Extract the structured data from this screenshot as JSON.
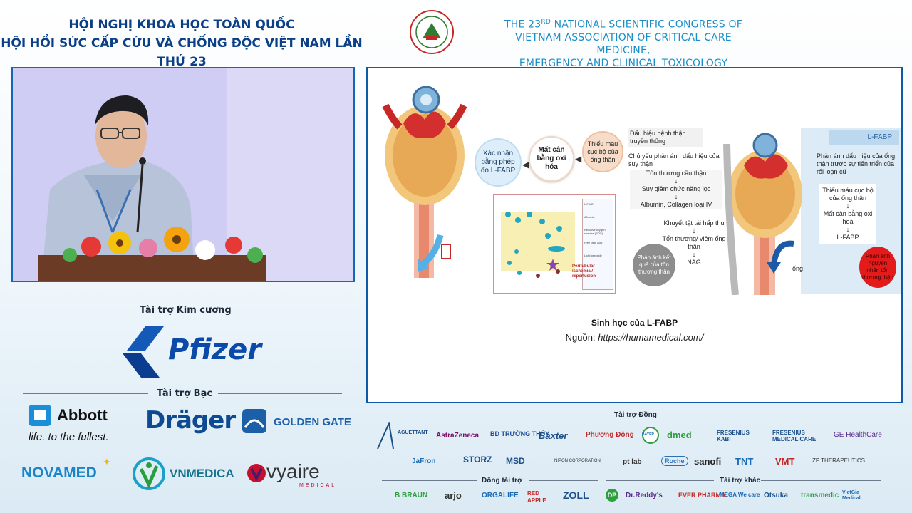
{
  "header": {
    "vn_line1": "HỘI NGHỊ KHOA HỌC TOÀN QUỐC",
    "vn_line2": "HỘI HỒI SỨC CẤP CỨU VÀ CHỐNG ĐỘC VIỆT NAM LẦN THỨ 23",
    "en_prefix": "THE 23",
    "en_sup": "RD",
    "en_line1_rest": " NATIONAL SCIENTIFIC CONGRESS OF",
    "en_line2": "VIETNAM ASSOCIATION OF CRITICAL CARE MEDICINE,",
    "en_line3": "EMERGENCY AND CLINICAL TOXICOLOGY"
  },
  "slide": {
    "bubble_left": "Xác nhận bằng phép đo L-FABP",
    "bubble_mid": "Mất cân bằng oxi hóa",
    "bubble_right": "Thiếu máu cục bộ của ống thận",
    "inset": {
      "legend": [
        "L-FABP",
        "Albumin",
        "Reactive oxygen species (ROS)",
        "Free fatty acid",
        "Lipid peroxide"
      ],
      "caption": "Peritubular ischemia / reperfusion"
    },
    "mid_title": "Dấu hiệu bệnh thận truyền thống",
    "mid_sub": "Chủ yếu phản ánh dấu hiệu của suy thận",
    "mid_steps": [
      "Tổn thương cầu thận",
      "Suy giảm chức năng lọc",
      "Albumin, Collagen loại IV"
    ],
    "mid_steps2": [
      "Khuyết tật tái hấp thu",
      "Tổn thương/ viêm ống thận",
      "NAG"
    ],
    "grey_bubble": "Phản ánh kết quả của tổn thương thận",
    "right_header": "L-FABP",
    "right_desc": "Phản ánh dấu hiệu của ống thận trước sự tiến triển của rối loạn cũ",
    "right_steps": [
      "Thiếu máu cục bộ của ống thận",
      "Mất cân bằng oxi hoá",
      "L-FABP"
    ],
    "ong_label": "ống",
    "red_bubble": "Phản ánh nguyên nhân tổn thương thận",
    "caption_title": "Sinh học của L-FABP",
    "source_label": "Nguồn: ",
    "source_url": "https://humamedical.com/"
  },
  "sponsors": {
    "diamond_title": "Tài trợ Kim cương",
    "diamond": "Pfizer",
    "silver_title": "Tài trợ Bạc",
    "silver": {
      "abbott": "Abbott",
      "abbott_tag": "life. to the fullest.",
      "drager": "Dräger",
      "golden_gate": "GOLDEN GATE",
      "novamed": "NOVAMED",
      "vnmedica": "VNMEDICA",
      "vyaire": "vyaire",
      "vyaire_sub": "MEDICAL"
    },
    "bronze_title": "Tài trợ Đồng",
    "bronze_row1": [
      "AGUETTANT",
      "AstraZeneca",
      "BD TRƯỜNG THỦY",
      "Baxter",
      "Phương Đông",
      "BAYER",
      "dmed",
      "FRESENIUS KABI",
      "FRESENIUS MEDICAL CARE",
      "GE HealthCare"
    ],
    "bronze_row2": [
      "JaFron",
      "STORZ",
      "MSD",
      "NIPON CORPORATION",
      "pt lab",
      "Roche",
      "sanofi",
      "TNT",
      "VMT",
      "ZP THERAPEUTICS"
    ],
    "co_title": "Đồng tài trợ",
    "co": [
      "B BRAUN",
      "arjo",
      "ORGALIFE",
      "RED APPLE",
      "ZOLL"
    ],
    "other_title": "Tài trợ khác",
    "other": [
      "DP",
      "Dr.Reddy's",
      "EVER PHARMA",
      "MEGA We care",
      "Otsuka",
      "transmedic",
      "VietGia Medical"
    ]
  },
  "colors": {
    "navy": "#0b3f87",
    "accent": "#1a8ec8",
    "frame": "#0f5aa8"
  }
}
